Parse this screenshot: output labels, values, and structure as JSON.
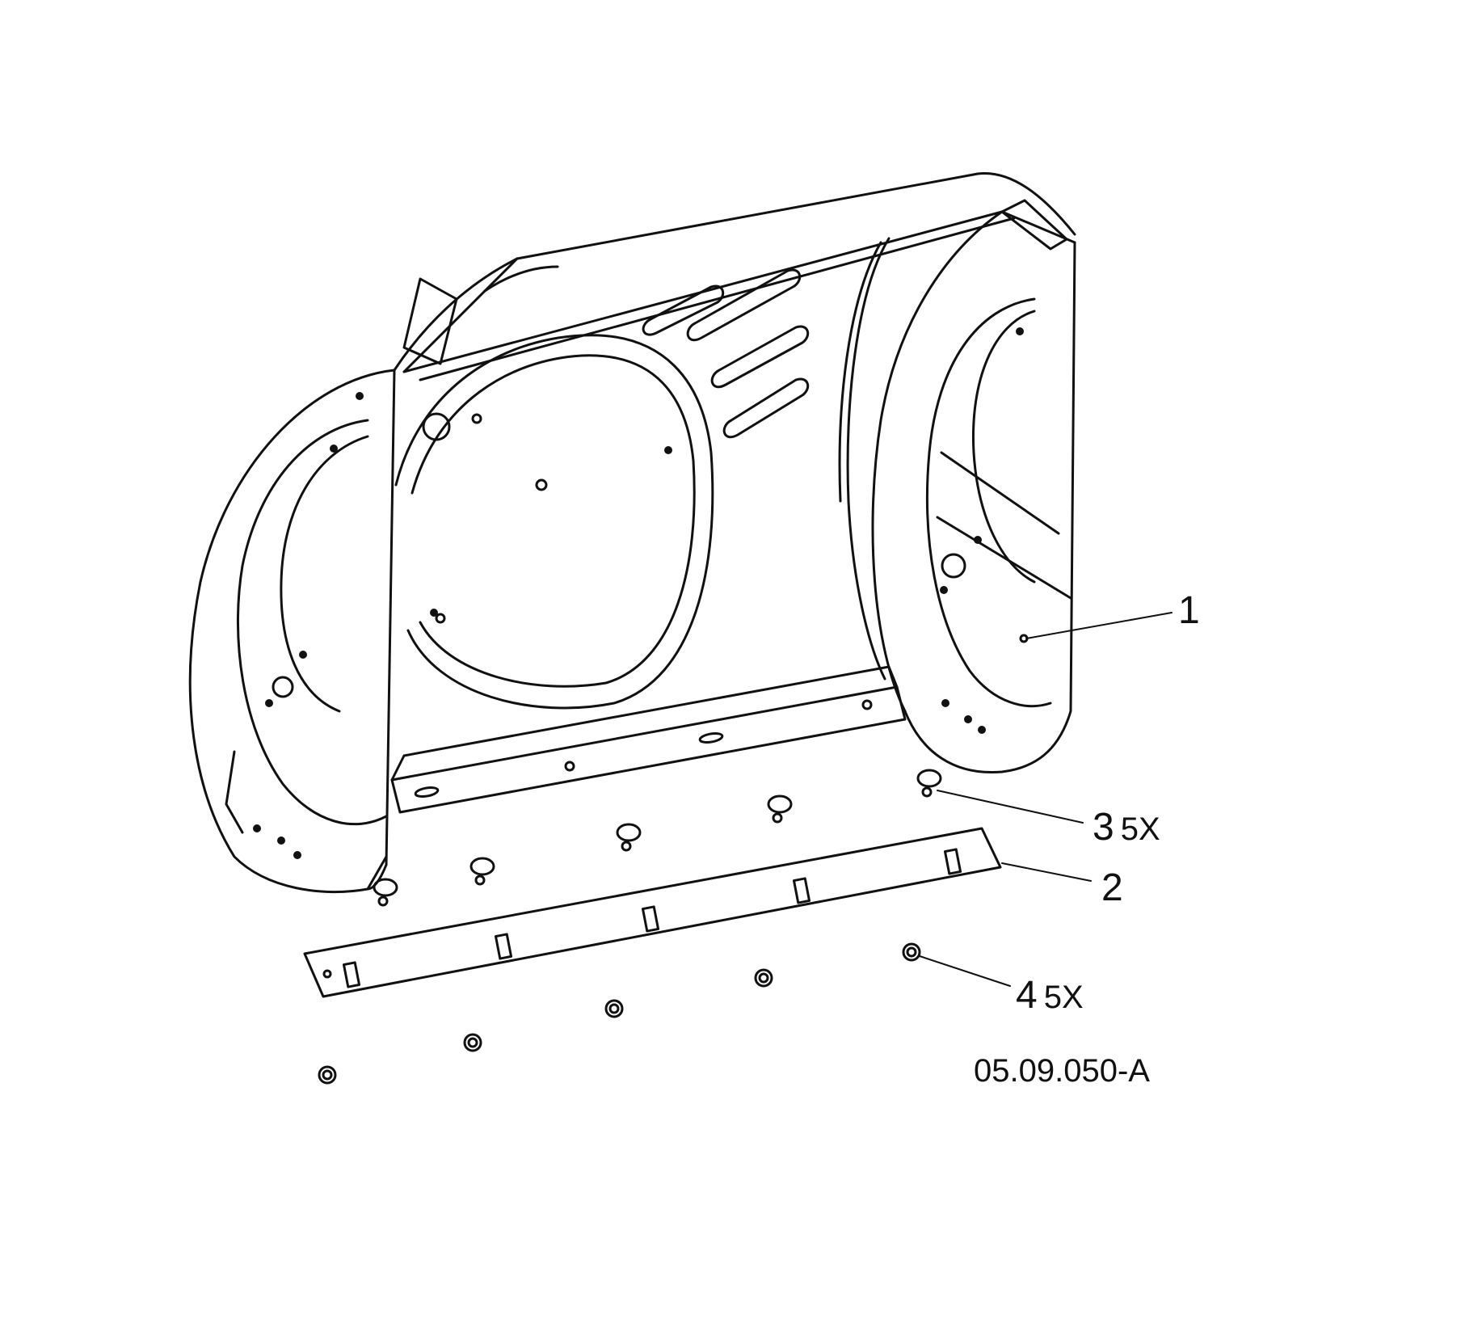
{
  "callouts": [
    {
      "number": "1",
      "quantity": ""
    },
    {
      "number": "2",
      "quantity": ""
    },
    {
      "number": "3",
      "quantity": "5X"
    },
    {
      "number": "4",
      "quantity": "5X"
    }
  ],
  "drawing_code": "05.09.050-A",
  "colors": {
    "line": "#111111",
    "background": "#ffffff"
  }
}
